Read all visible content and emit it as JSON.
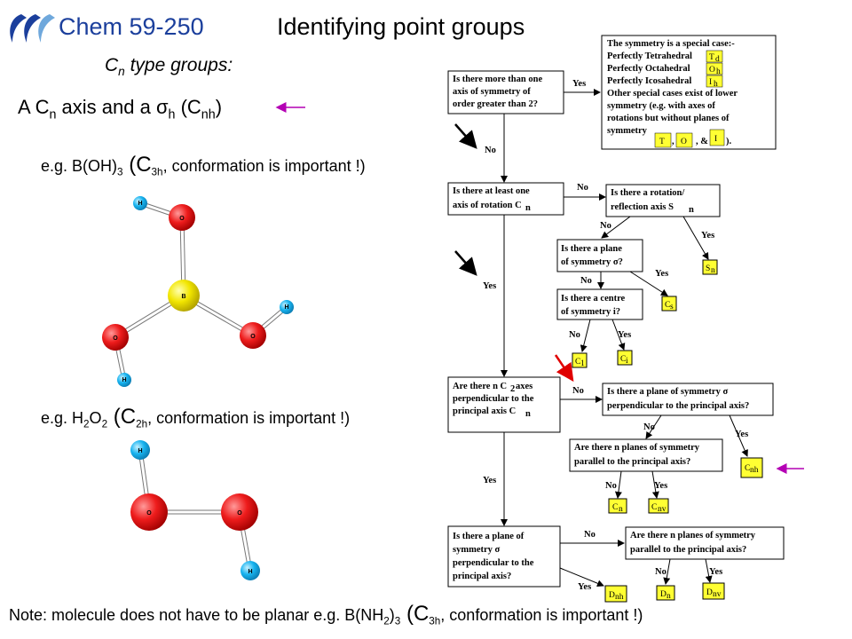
{
  "header": {
    "course": "Chem 59-250",
    "title": "Identifying point groups"
  },
  "subtitle": {
    "C": "C",
    "n": "n",
    "rest": " type groups:"
  },
  "heading": {
    "p1": "A C",
    "p2": "n",
    "p3": " axis and a ",
    "sigma": "σ",
    "p4": "h",
    "p5": " (C",
    "p6": "nh",
    "p7": ")"
  },
  "example1": {
    "p1": "e.g. B(OH)",
    "p2": "3",
    "p3": " (C",
    "p4": "3h",
    "p5": ", conformation is important !)"
  },
  "example2": {
    "p1": "e.g. H",
    "p2": "2",
    "p3": "O",
    "p4": "2",
    "p5": " (C",
    "p6": "2h",
    "p7": ", conformation is important !)"
  },
  "note": {
    "p1": "Note: molecule does not have to be planar e.g. B(NH",
    "p2": "2",
    "p3": ")",
    "p4": "3",
    "p5": " (C",
    "p6": "3h",
    "p7": ", conformation is important !)"
  },
  "molecule1": {
    "central": "B",
    "oxygen": "O",
    "hydrogen": "H"
  },
  "molecule2": {
    "oxygen": "O",
    "hydrogen": "H"
  },
  "flowchart": {
    "q1": [
      "Is there more than one",
      "axis  of symmetry of",
      "order greater than 2?"
    ],
    "special": [
      "The symmetry is a special case:-",
      "Perfectly Tetrahedral",
      "Perfectly Octahedral",
      "Perfectly Icosahedral",
      "Other special cases exist of lower",
      "symmetry (e.g. with axes of",
      "rotations but without planes of",
      "symmetry"
    ],
    "special_sym": {
      "Td": "T",
      "Td_sub": "d",
      "Oh": "O",
      "Oh_sub": "h",
      "Ih": "I",
      "Ih_sub": "h",
      "T": "T",
      "O": "O",
      "I": "I",
      "sep1": ",",
      "sep2": ", &",
      "end": ")."
    },
    "q2": [
      "Is there at least one",
      "axis of rotation C"
    ],
    "q2_sub": "n",
    "q3": [
      "Is there a rotation/",
      "reflection axis S"
    ],
    "q3_sub": "n",
    "q4": [
      "Is there a plane",
      "of symmetry σ?"
    ],
    "q5": [
      "Is there a centre",
      "of symmetry i?"
    ],
    "q6": [
      "Are there n C",
      "axes",
      "perpendicular to the",
      "principal axis C"
    ],
    "q6_sub": [
      "2",
      "n"
    ],
    "q7": [
      "Is there a plane of symmetry σ",
      "perpendicular to the principal axis?"
    ],
    "q8": [
      "Are there n planes of symmetry",
      "parallel to the principal axis?"
    ],
    "q9": [
      "Is there a plane of",
      "symmetry  σ",
      "perpendicular to the",
      "principal axis?"
    ],
    "q10": [
      "Are there n planes of symmetry",
      "parallel to the principal axis?"
    ],
    "results": {
      "Sn": [
        "S",
        "n"
      ],
      "Cs": [
        "C",
        "s"
      ],
      "C1": [
        "C",
        "1"
      ],
      "Ci": [
        "C",
        "i"
      ],
      "Cnh": [
        "C",
        "nh"
      ],
      "Cn": [
        "C",
        "n"
      ],
      "Cnv": [
        "C",
        "nv"
      ],
      "Dnh": [
        "D",
        "nh"
      ],
      "Dn": [
        "D",
        "n"
      ],
      "Dnv": [
        "D",
        "nv"
      ]
    },
    "labels": {
      "yes": "Yes",
      "no": "No"
    }
  },
  "colors": {
    "course_blue": "#1b3f9c",
    "arrow_magenta": "#b400b4",
    "arrow_red": "#e00000",
    "result_yellow": "#ffff33",
    "oxygen_red": "#ee1c1c",
    "boron_yellow": "#f2e600",
    "hydrogen_cyan": "#18b4f0"
  }
}
